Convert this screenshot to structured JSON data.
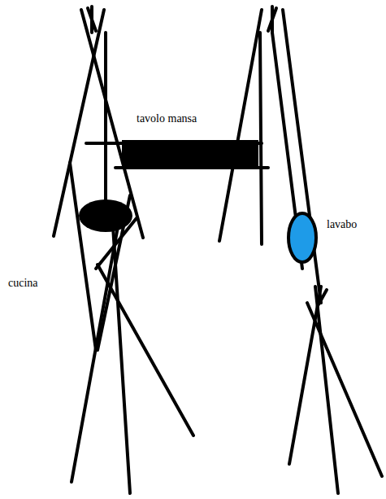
{
  "diagram": {
    "labels": [
      "tavolo mansa",
      "cucina",
      "lavabo"
    ]
  }
}
